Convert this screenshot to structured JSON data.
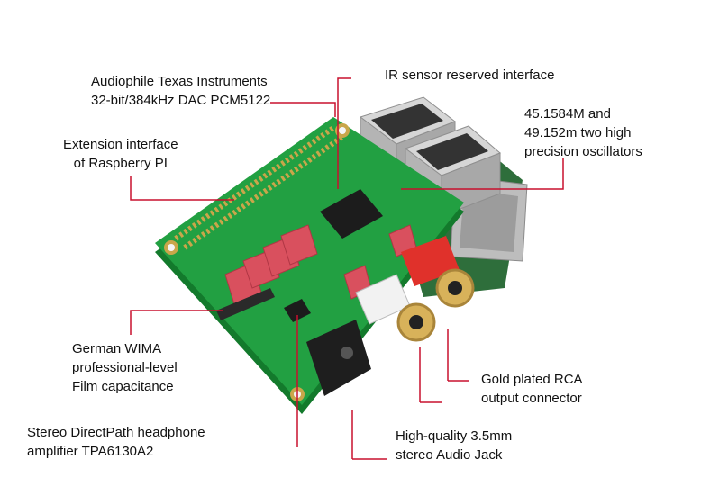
{
  "callouts": {
    "dac": {
      "line1": "Audiophile Texas Instruments",
      "line2": "32-bit/384kHz DAC PCM5122"
    },
    "extension": {
      "line1": "Extension interface",
      "line2": "of Raspberry PI"
    },
    "wima": {
      "line1": "German WIMA",
      "line2": "professional-level",
      "line3": "Film capacitance"
    },
    "amp": {
      "line1": "Stereo DirectPath headphone",
      "line2": "amplifier TPA6130A2"
    },
    "ir": {
      "line1": "IR sensor reserved interface"
    },
    "osc": {
      "line1": "45.1584M and",
      "line2": "49.152m two high",
      "line3": "precision oscillators"
    },
    "rca": {
      "line1": "Gold plated RCA",
      "line2": "output connector"
    },
    "jack": {
      "line1": "High-quality 3.5mm",
      "line2": "stereo Audio Jack"
    }
  },
  "colors": {
    "pcb": "#1f9a3c",
    "pcb_dark": "#137a2c",
    "callout_line": "#c8102e",
    "usb_metal": "#c9c9c9",
    "capacitor": "#d9505e",
    "rca_red": "#e0312b",
    "gold": "#d8b25a"
  }
}
